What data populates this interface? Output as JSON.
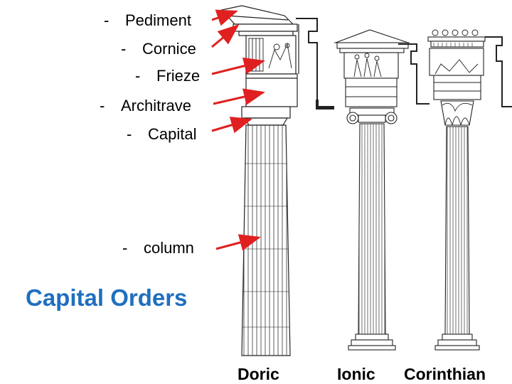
{
  "title": "Capital Orders",
  "labels": [
    {
      "dash": "-",
      "text": "Pediment"
    },
    {
      "dash": "-",
      "text": "Cornice"
    },
    {
      "dash": "-",
      "text": "Frieze"
    },
    {
      "dash": "-",
      "text": "Architrave"
    },
    {
      "dash": "-",
      "text": "Capital"
    },
    {
      "dash": "-",
      "text": "column"
    }
  ],
  "orders": [
    "Doric",
    "Ionic",
    "Corinthian"
  ],
  "colors": {
    "title": "#1f6fbf",
    "arrow": "#e02020",
    "ink": "#222222"
  }
}
